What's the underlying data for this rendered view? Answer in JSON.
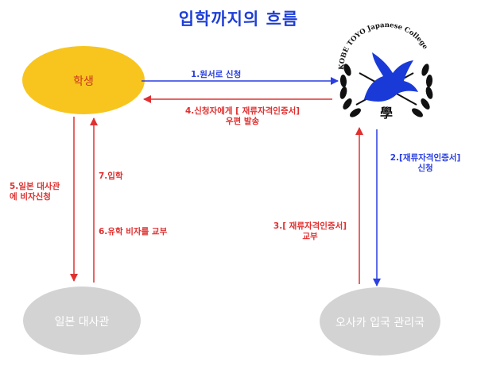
{
  "title": "입학까지의 흐름",
  "nodes": {
    "student": "학생",
    "embassy": "일본 대사관",
    "immigration": "오사카 입국 관리국"
  },
  "logo": {
    "arc_text": "KOBE TOYO Japanese College",
    "emblem_char": "學"
  },
  "steps": {
    "s1": "1.원서로 신청",
    "s2_line1": "2.[재류자격인증서]",
    "s2_line2": "신청",
    "s3_line1": "3.[ 재류자격인증서]",
    "s3_line2": "교부",
    "s4_line1": "4.신청자에게 [ 재류자격인증서]",
    "s4_line2": "우편 발송",
    "s5_line1": "5.일본 대사관",
    "s5_line2": "에 비자신청",
    "s6": "6.유학 비자를 교부",
    "s7": "7.입학"
  },
  "colors": {
    "title": "#1f3fd6",
    "student_node": "#f7c51e",
    "gray_node": "#d3d3d3",
    "blue_arrow": "#2a3fe0",
    "red_arrow": "#e03030",
    "logo_bird": "#1a3ad8"
  }
}
